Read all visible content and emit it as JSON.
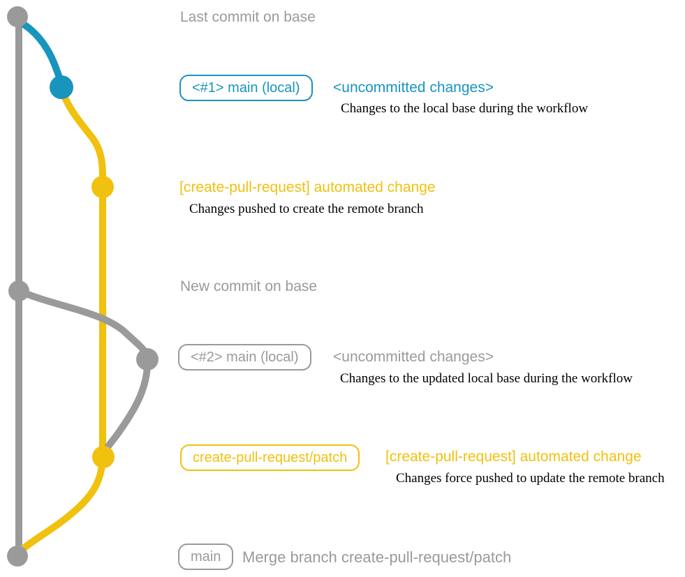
{
  "colors": {
    "gray": "#9a9a9a",
    "teal": "#1795bd",
    "yellow": "#f0c10e",
    "ink": "#000000",
    "background": "#ffffff"
  },
  "graph": {
    "type": "git-branch-diagram",
    "branches": [
      {
        "name": "base",
        "color": "gray"
      },
      {
        "name": "main-local",
        "color": "teal then gray"
      },
      {
        "name": "create-pull-request/patch",
        "color": "yellow"
      }
    ],
    "commit_nodes": [
      {
        "name": "last-commit-on-base",
        "color": "gray"
      },
      {
        "name": "local-main-1-uncommitted",
        "color": "teal"
      },
      {
        "name": "automated-change-1",
        "color": "yellow"
      },
      {
        "name": "new-commit-on-base",
        "color": "gray"
      },
      {
        "name": "local-main-2-uncommitted",
        "color": "gray"
      },
      {
        "name": "automated-change-2-force-push",
        "color": "yellow"
      },
      {
        "name": "merge-commit",
        "color": "gray"
      }
    ]
  },
  "rows": {
    "last_commit": {
      "label": "Last commit on base"
    },
    "local_main_1": {
      "branch_tag": "<#1> main (local)",
      "title": "<uncommitted changes>",
      "description": "Changes to the local base during the workflow"
    },
    "automated_change_1": {
      "title": "[create-pull-request] automated change",
      "description": "Changes pushed to create the remote branch"
    },
    "new_commit": {
      "label": "New commit on base"
    },
    "local_main_2": {
      "branch_tag": "<#2> main (local)",
      "title": "<uncommitted changes>",
      "description": "Changes to the updated local base during the workflow"
    },
    "patch_branch": {
      "branch_tag": "create-pull-request/patch",
      "title": "[create-pull-request] automated change",
      "description": "Changes force pushed to update the remote branch"
    },
    "merge": {
      "branch_tag": "main",
      "label": "Merge branch create-pull-request/patch"
    }
  }
}
